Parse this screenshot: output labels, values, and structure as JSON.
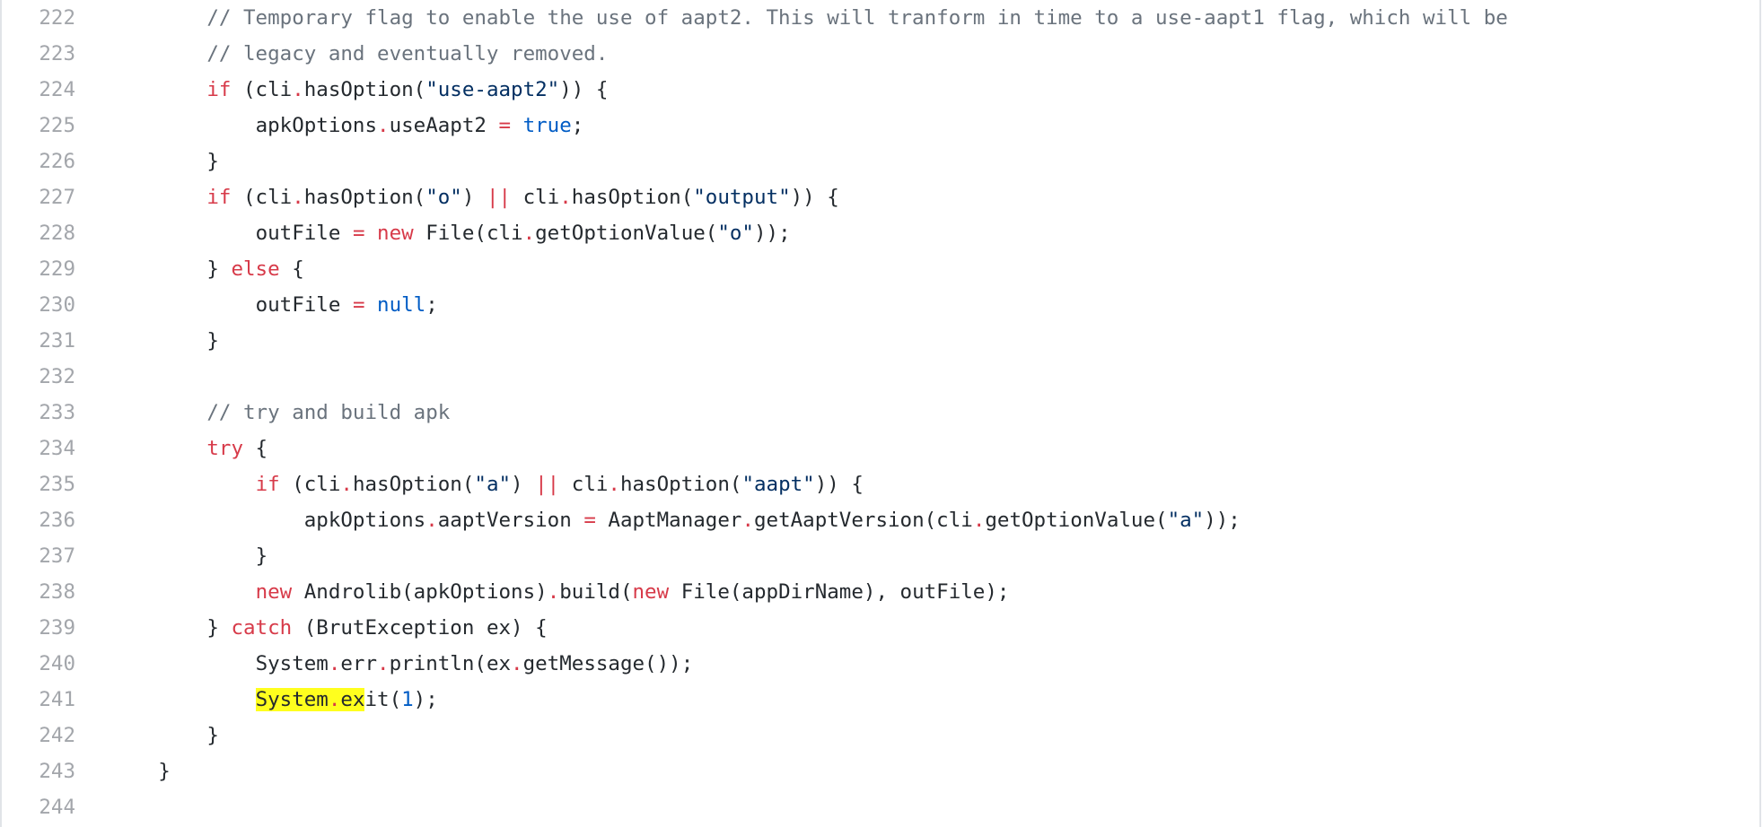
{
  "colors": {
    "comment": "#6a737d",
    "keyword": "#d73a49",
    "string": "#032f62",
    "constant": "#005cc5",
    "plain": "#24292e",
    "line_number": "#a3a6ab",
    "highlight": "#ffff1e"
  },
  "lines": [
    {
      "number": "222",
      "indent": "        ",
      "tokens": [
        {
          "t": "c",
          "v": "// Temporary flag to enable the use of aapt2. This will tranform in time to a use-aapt1 flag, which will be"
        }
      ]
    },
    {
      "number": "223",
      "indent": "        ",
      "tokens": [
        {
          "t": "c",
          "v": "// legacy and eventually removed."
        }
      ]
    },
    {
      "number": "224",
      "indent": "        ",
      "tokens": [
        {
          "t": "k",
          "v": "if"
        },
        {
          "t": "p",
          "v": " (cli"
        },
        {
          "t": "k",
          "v": "."
        },
        {
          "t": "p",
          "v": "hasOption("
        },
        {
          "t": "s",
          "v": "\"use-aapt2\""
        },
        {
          "t": "p",
          "v": ")) {"
        }
      ]
    },
    {
      "number": "225",
      "indent": "            ",
      "tokens": [
        {
          "t": "p",
          "v": "apkOptions"
        },
        {
          "t": "k",
          "v": "."
        },
        {
          "t": "p",
          "v": "useAapt2 "
        },
        {
          "t": "k",
          "v": "="
        },
        {
          "t": "p",
          "v": " "
        },
        {
          "t": "n",
          "v": "true"
        },
        {
          "t": "p",
          "v": ";"
        }
      ]
    },
    {
      "number": "226",
      "indent": "        ",
      "tokens": [
        {
          "t": "p",
          "v": "}"
        }
      ]
    },
    {
      "number": "227",
      "indent": "        ",
      "tokens": [
        {
          "t": "k",
          "v": "if"
        },
        {
          "t": "p",
          "v": " (cli"
        },
        {
          "t": "k",
          "v": "."
        },
        {
          "t": "p",
          "v": "hasOption("
        },
        {
          "t": "s",
          "v": "\"o\""
        },
        {
          "t": "p",
          "v": ") "
        },
        {
          "t": "k",
          "v": "||"
        },
        {
          "t": "p",
          "v": " cli"
        },
        {
          "t": "k",
          "v": "."
        },
        {
          "t": "p",
          "v": "hasOption("
        },
        {
          "t": "s",
          "v": "\"output\""
        },
        {
          "t": "p",
          "v": ")) {"
        }
      ]
    },
    {
      "number": "228",
      "indent": "            ",
      "tokens": [
        {
          "t": "p",
          "v": "outFile "
        },
        {
          "t": "k",
          "v": "="
        },
        {
          "t": "p",
          "v": " "
        },
        {
          "t": "k",
          "v": "new"
        },
        {
          "t": "p",
          "v": " File(cli"
        },
        {
          "t": "k",
          "v": "."
        },
        {
          "t": "p",
          "v": "getOptionValue("
        },
        {
          "t": "s",
          "v": "\"o\""
        },
        {
          "t": "p",
          "v": "));"
        }
      ]
    },
    {
      "number": "229",
      "indent": "        ",
      "tokens": [
        {
          "t": "p",
          "v": "} "
        },
        {
          "t": "k",
          "v": "else"
        },
        {
          "t": "p",
          "v": " {"
        }
      ]
    },
    {
      "number": "230",
      "indent": "            ",
      "tokens": [
        {
          "t": "p",
          "v": "outFile "
        },
        {
          "t": "k",
          "v": "="
        },
        {
          "t": "p",
          "v": " "
        },
        {
          "t": "n",
          "v": "null"
        },
        {
          "t": "p",
          "v": ";"
        }
      ]
    },
    {
      "number": "231",
      "indent": "        ",
      "tokens": [
        {
          "t": "p",
          "v": "}"
        }
      ]
    },
    {
      "number": "232",
      "indent": "",
      "tokens": []
    },
    {
      "number": "233",
      "indent": "        ",
      "tokens": [
        {
          "t": "c",
          "v": "// try and build apk"
        }
      ]
    },
    {
      "number": "234",
      "indent": "        ",
      "tokens": [
        {
          "t": "k",
          "v": "try"
        },
        {
          "t": "p",
          "v": " {"
        }
      ]
    },
    {
      "number": "235",
      "indent": "            ",
      "tokens": [
        {
          "t": "k",
          "v": "if"
        },
        {
          "t": "p",
          "v": " (cli"
        },
        {
          "t": "k",
          "v": "."
        },
        {
          "t": "p",
          "v": "hasOption("
        },
        {
          "t": "s",
          "v": "\"a\""
        },
        {
          "t": "p",
          "v": ") "
        },
        {
          "t": "k",
          "v": "||"
        },
        {
          "t": "p",
          "v": " cli"
        },
        {
          "t": "k",
          "v": "."
        },
        {
          "t": "p",
          "v": "hasOption("
        },
        {
          "t": "s",
          "v": "\"aapt\""
        },
        {
          "t": "p",
          "v": ")) {"
        }
      ]
    },
    {
      "number": "236",
      "indent": "                ",
      "tokens": [
        {
          "t": "p",
          "v": "apkOptions"
        },
        {
          "t": "k",
          "v": "."
        },
        {
          "t": "p",
          "v": "aaptVersion "
        },
        {
          "t": "k",
          "v": "="
        },
        {
          "t": "p",
          "v": " AaptManager"
        },
        {
          "t": "k",
          "v": "."
        },
        {
          "t": "p",
          "v": "getAaptVersion(cli"
        },
        {
          "t": "k",
          "v": "."
        },
        {
          "t": "p",
          "v": "getOptionValue("
        },
        {
          "t": "s",
          "v": "\"a\""
        },
        {
          "t": "p",
          "v": "));"
        }
      ]
    },
    {
      "number": "237",
      "indent": "            ",
      "tokens": [
        {
          "t": "p",
          "v": "}"
        }
      ]
    },
    {
      "number": "238",
      "indent": "            ",
      "tokens": [
        {
          "t": "k",
          "v": "new"
        },
        {
          "t": "p",
          "v": " Androlib(apkOptions)"
        },
        {
          "t": "k",
          "v": "."
        },
        {
          "t": "p",
          "v": "build("
        },
        {
          "t": "k",
          "v": "new"
        },
        {
          "t": "p",
          "v": " File(appDirName), outFile);"
        }
      ]
    },
    {
      "number": "239",
      "indent": "        ",
      "tokens": [
        {
          "t": "p",
          "v": "} "
        },
        {
          "t": "k",
          "v": "catch"
        },
        {
          "t": "p",
          "v": " (BrutException ex) {"
        }
      ]
    },
    {
      "number": "240",
      "indent": "            ",
      "tokens": [
        {
          "t": "p",
          "v": "System"
        },
        {
          "t": "k",
          "v": "."
        },
        {
          "t": "p",
          "v": "err"
        },
        {
          "t": "k",
          "v": "."
        },
        {
          "t": "p",
          "v": "println(ex"
        },
        {
          "t": "k",
          "v": "."
        },
        {
          "t": "p",
          "v": "getMessage());"
        }
      ]
    },
    {
      "number": "241",
      "indent": "            ",
      "tokens": [
        {
          "t": "p",
          "v": "System",
          "hl": true
        },
        {
          "t": "k",
          "v": ".",
          "hl": true
        },
        {
          "t": "p",
          "v": "ex",
          "hl": true
        },
        {
          "t": "p",
          "v": "it("
        },
        {
          "t": "n",
          "v": "1"
        },
        {
          "t": "p",
          "v": ");"
        }
      ]
    },
    {
      "number": "242",
      "indent": "        ",
      "tokens": [
        {
          "t": "p",
          "v": "}"
        }
      ]
    },
    {
      "number": "243",
      "indent": "    ",
      "tokens": [
        {
          "t": "p",
          "v": "}"
        }
      ]
    },
    {
      "number": "244",
      "indent": "",
      "tokens": []
    }
  ]
}
